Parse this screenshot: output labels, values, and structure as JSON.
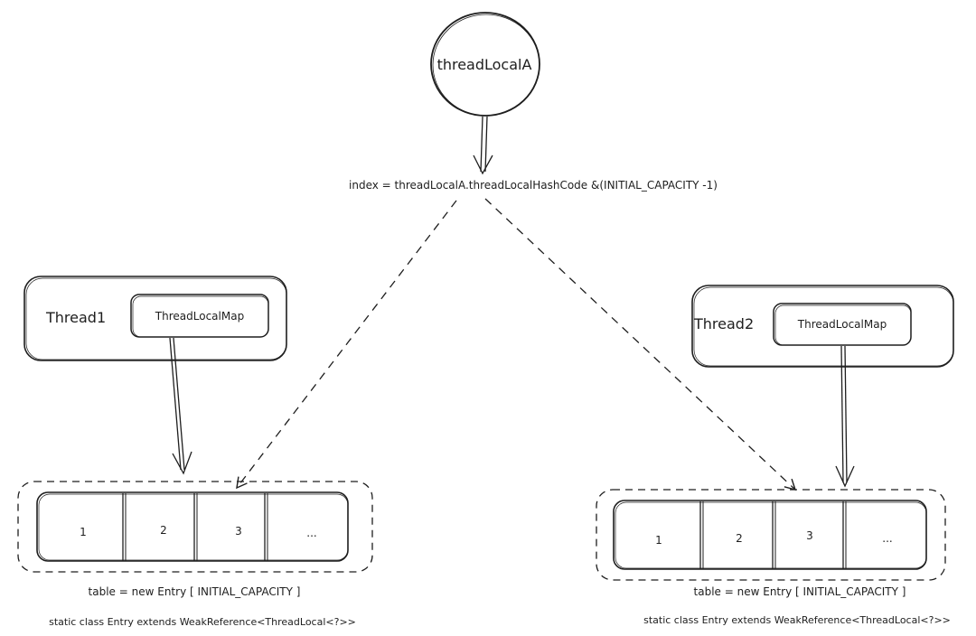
{
  "top_node": {
    "label": "threadLocalA"
  },
  "formula": "index = threadLocalA.threadLocalHashCode &(INITIAL_CAPACITY -1)",
  "threads": [
    {
      "name": "Thread1",
      "map_label": "ThreadLocalMap",
      "cells": [
        "1",
        "2",
        "3",
        "..."
      ],
      "table_caption": "table = new Entry [ INITIAL_CAPACITY ]",
      "entry_caption": "static class Entry extends WeakReference<ThreadLocal<?>>"
    },
    {
      "name": "Thread2",
      "map_label": "ThreadLocalMap",
      "cells": [
        "1",
        "2",
        "3",
        "..."
      ],
      "table_caption": "table = new Entry [ INITIAL_CAPACITY ]",
      "entry_caption": "static class Entry extends WeakReference<ThreadLocal<?>>"
    }
  ]
}
